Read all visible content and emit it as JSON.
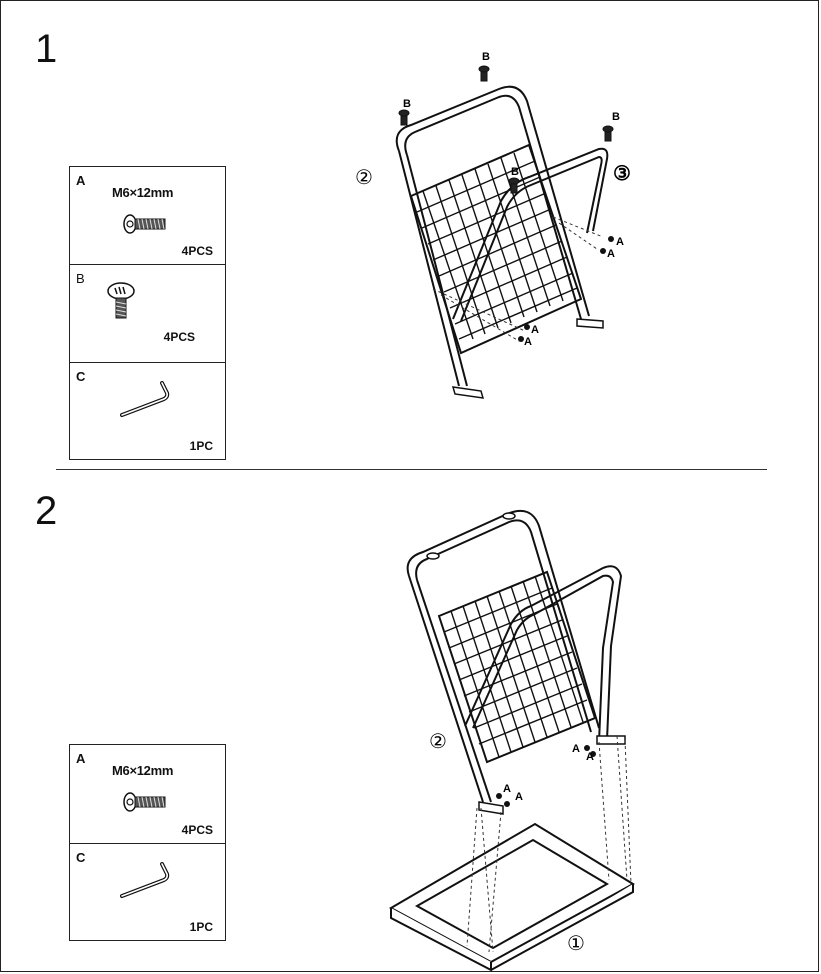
{
  "steps": [
    {
      "number": "1",
      "parts": [
        {
          "letter": "A",
          "spec": "M6×12mm",
          "icon": "bolt-icon",
          "qty": "4PCS"
        },
        {
          "letter": "B",
          "spec": "",
          "icon": "screw-cap-icon",
          "qty": "4PCS"
        },
        {
          "letter": "C",
          "spec": "",
          "icon": "hex-key-icon",
          "qty": "1PC"
        }
      ],
      "labels": {
        "b": "B",
        "a": "A",
        "part2": "②",
        "part3": "③"
      }
    },
    {
      "number": "2",
      "parts": [
        {
          "letter": "A",
          "spec": "M6×12mm",
          "icon": "bolt-icon",
          "qty": "4PCS"
        },
        {
          "letter": "C",
          "spec": "",
          "icon": "hex-key-icon",
          "qty": "1PC"
        }
      ],
      "labels": {
        "a": "A",
        "part1": "①",
        "part2": "②"
      }
    }
  ]
}
